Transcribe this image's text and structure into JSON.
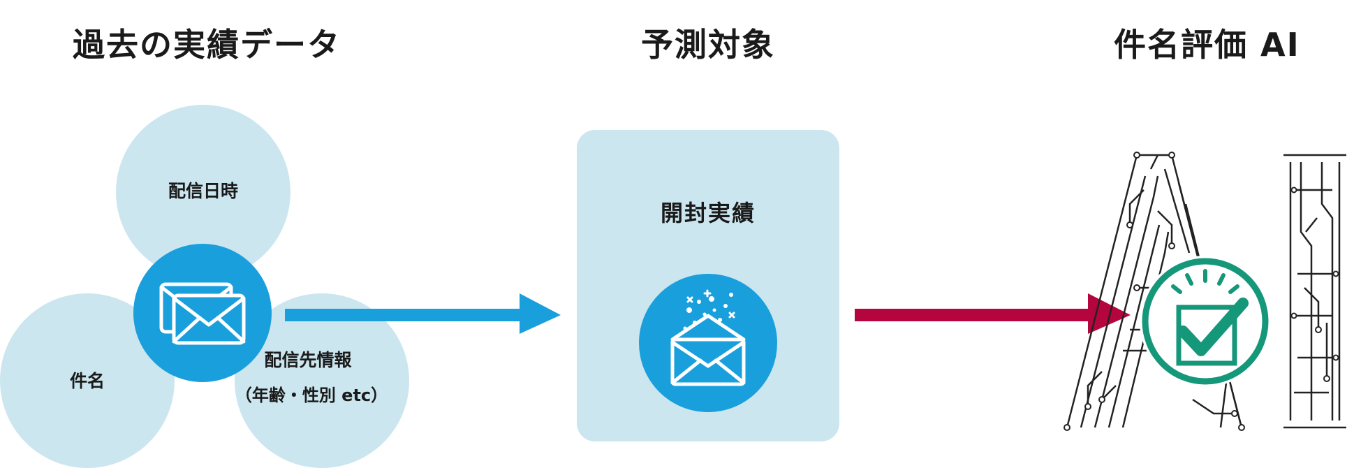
{
  "headings": {
    "past_data": "過去の実績データ",
    "prediction_target": "予測対象",
    "ai": "件名評価 AI"
  },
  "circles": {
    "datetime": "配信日時",
    "subject": "件名",
    "recipient_line1": "配信先情報",
    "recipient_line2": "（年齢・性別 etc）"
  },
  "target": {
    "label": "開封実績"
  },
  "colors": {
    "light_blue": "#cce6ef",
    "accent_blue": "#1a9fdd",
    "crimson": "#b5053f",
    "check_green": "#15977a"
  }
}
